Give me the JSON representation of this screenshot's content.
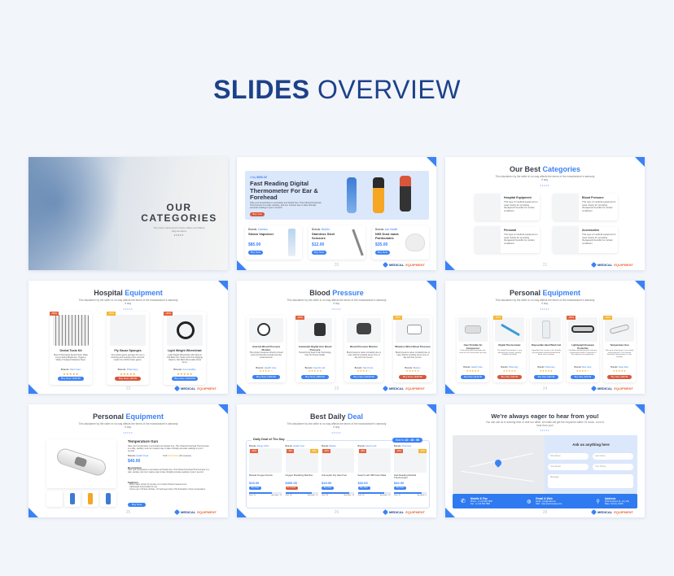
{
  "header": {
    "title_bold": "SLIDES",
    "title_light": "OVERVIEW"
  },
  "colors": {
    "accent": "#3b82f6",
    "navy": "#1d4189",
    "sale": "#e4633d",
    "background": "#f2f5fa"
  },
  "logo": {
    "text_a": "MEDICAL",
    "text_b": "EQUIPMENT"
  },
  "slides": [
    {
      "id": "cover",
      "title_line1": "OUR",
      "title_line2": "CATEGORIES",
      "subtitle": "The topics discussed in these slides are Market Segmentation",
      "dots": "•••••"
    },
    {
      "id": "hero",
      "number": "20",
      "only_label": "Only",
      "price": "$950.00",
      "headline": "Fast Reading Digital Thermometer For Ear & Forehead",
      "body": "Take your temperature is accurately and hassle free. This Infrared Forehead Thermometer is a safe, sanitary, and non invasive way to take clinically accurate readings in just 1 second.",
      "cta": "Buy now",
      "products": [
        {
          "brand_label": "Brands:",
          "brand": "Caresso",
          "name": "Steam Vaporizer",
          "price": "$85.00",
          "old_price": "$99.00",
          "button": "Buy Now"
        },
        {
          "brand_label": "Brands:",
          "brand": "BioZen",
          "name": "Stainless Steel Scissors",
          "price": "$12.00",
          "old_price": "$15.00",
          "button": "Buy Now"
        },
        {
          "brand_label": "Brands:",
          "brand": "Ace Health",
          "name": "N95 Dust mask Particulates",
          "price": "$35.00",
          "old_price": "$45.00",
          "button": "Buy Now"
        }
      ]
    },
    {
      "id": "best-categories",
      "number": "21",
      "title_a": "Our Best",
      "title_b": "Categories",
      "subtitle": "This disclaimer by the seller in no way affects the terms of the manufacturer's warranty if any.",
      "dots": "•••••",
      "categories": [
        {
          "name": "Hospital Equipment",
          "desc": "This type of medical equipment is used mainly for providing therapeutic benefits for certain conditions."
        },
        {
          "name": "Blood Pressure",
          "desc": "This type of medical equipment is used mainly for providing therapeutic benefits for certain conditions."
        },
        {
          "name": "Personal",
          "desc": "This type of medical equipment is used mainly for providing therapeutic benefits for certain conditions."
        },
        {
          "name": "Accessories",
          "desc": "This type of medical equipment is used mainly for providing therapeutic benefits for certain conditions."
        }
      ]
    },
    {
      "id": "hospital-equipment",
      "number": "22",
      "title_a": "Hospital",
      "title_b": "Equipment",
      "subtitle": "This disclaimer by the seller in no way affects the terms of the manufacturer's warranty if any.",
      "dots": "•••••",
      "products": [
        {
          "badge": "-50%",
          "badge_color": "red",
          "name": "Dental Tools Kit",
          "desc": "More Professional Dental Tools, Make Long Lasting Brightness, Hygiene, Made of Surgical Stainless Steel.",
          "brand": "Med Care",
          "stars": "★★★★★",
          "button": "Buy Now | $49.99",
          "button_color": "blue"
        },
        {
          "badge": "-30%",
          "badge_color": "yellow",
          "name": "Ply Gauze Sponges",
          "desc": "Non-sterile gauze sponges for use in dressing and cleaning minor wounds, made from 100% cotton gauze.",
          "brand": "Pharmacy",
          "stars": "★★★★★",
          "button": "Buy Now | $9.99",
          "button_color": "red"
        },
        {
          "badge": "-30%",
          "badge_color": "red",
          "name": "Light Weight Wheelchair",
          "desc": "Light Weight Wheelchair with Various Flip Back Arm Styles and Front Rigging Options, Flip Back Removable Desk Arms.",
          "brand": "Ace Healthy",
          "stars": "★★★★★",
          "button": "Buy Now | $129.99",
          "button_color": "blue"
        }
      ]
    },
    {
      "id": "blood-pressure",
      "number": "23",
      "title_a": "Blood",
      "title_b": "Pressure",
      "subtitle": "This disclaimer by the seller in no way affects the terms of the manufacturer's warranty if any.",
      "dots": "•••••",
      "products": [
        {
          "badge": "",
          "badge_color": "",
          "name": "Aneroid Blood Pressure Monitor",
          "desc": "This product measures directly at heart level and therefore provides precise measurements.",
          "brand": "Health Care",
          "stars": "★★★★☆",
          "button": "Buy Now | $49.99",
          "button_color": "blue"
        },
        {
          "badge": "-20%",
          "badge_color": "red",
          "name": "Automatic Digital Arm Blood Pressure",
          "desc": "Transforming Search Lab Technology, Care for Human Health.",
          "brand": "Search Lab",
          "stars": "★★★★★",
          "button": "Buy Now | $89.99",
          "button_color": "blue"
        },
        {
          "badge": "",
          "badge_color": "",
          "name": "Blood Pressure Monitor",
          "desc": "Blood pressure varies constantly due to many factors including stress, time of day and how you are.",
          "brand": "Med Care",
          "stars": "★★★★☆",
          "button": "Buy Now | $129.99",
          "button_color": "blue"
        },
        {
          "badge": "-50%",
          "badge_color": "yellow",
          "name": "Wireless Wrist Blood Pressure",
          "desc": "Blood pressure varies constantly due to many factors including stress, time of day and how you are.",
          "brand": "BioZen",
          "stars": "★★★★★",
          "button": "Buy Now | $49.99",
          "button_color": "red"
        }
      ]
    },
    {
      "id": "personal-equipment",
      "number": "24",
      "title_a": "Personal",
      "title_b": "Equipment",
      "subtitle": "This disclaimer by the seller in no way affects the terms of the manufacturer's warranty if any.",
      "dots": "•••••",
      "products": [
        {
          "badge": "",
          "badge_color": "",
          "name": "Care Portable Air Compressor",
          "desc": "Particularly ideal for people who need to use several times per day.",
          "brand": "Health Care",
          "stars": "★★★★★",
          "button": "Buy Now | $119.99",
          "button_color": "blue"
        },
        {
          "badge": "-30%",
          "badge_color": "yellow",
          "name": "Digital Thermometer",
          "desc": "The digital thermometer is very designed for all ages, quickly, reliably and safely.",
          "brand": "Pharmacy",
          "stars": "★★★★★",
          "button": "Buy Now | $19.99",
          "button_color": "red"
        },
        {
          "badge": "",
          "badge_color": "",
          "name": "Disposable Hand Wash Gel",
          "desc": "Ingredient that creates a skin friendly pH and makes formula balanced for better skin coverage.",
          "brand": "Pharmacy",
          "stars": "★★★★★",
          "button": "Buy Now | $34.99",
          "button_color": "blue"
        },
        {
          "badge": "-25%",
          "badge_color": "red",
          "name": "Lightweight Eyewear Protective",
          "desc": "Ventilation design prevents intrusion of particulate matter. Protection of the exposure to nanoparticle.",
          "brand": "Med Care",
          "stars": "★★★★☆",
          "button": "Buy Now | $79.99",
          "button_color": "blue"
        },
        {
          "badge": "-40%",
          "badge_color": "yellow",
          "name": "Temperature Gun",
          "desc": "Take your temperature is accurately and hassle free. The Infrared Forehead Thermometer is safe, sanitary.",
          "brand": "Page Med",
          "stars": "★★★★★",
          "button": "Buy Now | $49.99",
          "button_color": "red"
        }
      ]
    },
    {
      "id": "personal-equipment-detail",
      "number": "25",
      "title_a": "Personal",
      "title_b": "Equipment",
      "subtitle": "This disclaimer by the seller in no way affects the terms of the manufacturer's warranty if any.",
      "dots": "•••••",
      "product_name": "Temperature Gun",
      "intro": "Take your temperature is accurately and hassle free. This Infrared Forehead Thermometer is a safe, sanitary, and non invasive way to take clinically accurate readings in just 1 second.",
      "brand_label": "Brands:",
      "brand": "Health Care",
      "rating": "5.00",
      "stars": "★★★★★",
      "reviews": "(15 reviews)",
      "price": "$40.00",
      "old_price": "$50.00",
      "description_label": "Description:",
      "description": "Take your temperature is accurately and hassle free. This Infrared Forehead Thermometer is a safe, sanitary, and non invasive way to take clinically accurate readings in just 1 second.",
      "features_label": "Features:",
      "features": [
        "Built-in laser pointer for precise non contact infrared measurement.",
        "Lightweight and portable for use.",
        "Comes up to 32 Sets of Data – To help keep track of the fluctuation of fever temperature."
      ],
      "button": "Buy Now"
    },
    {
      "id": "best-daily-deal",
      "number": "26",
      "title_a": "Best Daily",
      "title_b": "Deal",
      "subtitle": "This disclaimer by the seller in no way affects the terms of the manufacturer's warranty if any.",
      "dots": "•••••",
      "section_label": "Daily Deal of The Day",
      "timer_label": "End in:",
      "timer": "22 : 36 : 55",
      "products": [
        {
          "brand": "Allergy Clinic",
          "badge": "-25%",
          "badge2": "",
          "name": "Manual Oxygen Device",
          "price": "$15.00",
          "old_price": "$20.00",
          "button": "Buy Now",
          "button_color": "blue",
          "sold": "Sold: 35",
          "available": "Available: 15",
          "progress": 70
        },
        {
          "brand": "Health Care",
          "badge": "-30%",
          "badge2": "-40%",
          "name": "Oxygen Breathing Machine",
          "price": "$300.00",
          "old_price": "$350.00",
          "button": "In a stock",
          "button_color": "red",
          "sold": "Sold: 98",
          "available": "Available: 24",
          "progress": 80
        },
        {
          "brand": "BioZen",
          "badge": "-25%",
          "badge2": "",
          "name": "Anti-septic Dry Hand Gel",
          "price": "$19.00",
          "old_price": "$25.00",
          "button": "Buy Now",
          "button_color": "blue",
          "sold": "Sold: 98",
          "available": "Available: 18",
          "progress": 85
        },
        {
          "brand": "Search Lab",
          "badge": "-35%",
          "badge2": "",
          "name": "Search Lab N95 Face Mask",
          "price": "$32.00",
          "old_price": "$38.00",
          "button": "Buy Now",
          "button_color": "blue",
          "sold": "Sold: 80",
          "available": "Available: 18",
          "progress": 82
        },
        {
          "brand": "Pharmacy",
          "badge": "-20%",
          "badge2": "-10%",
          "name": "Fast Reading Medical Thermometer",
          "price": "$32.00",
          "old_price": "$40.00",
          "button": "Buy Now",
          "button_color": "blue",
          "sold": "Sold: 40",
          "available": "Available: 8",
          "progress": 84
        }
      ]
    },
    {
      "id": "contact",
      "number": "28",
      "title": "We're always eager to hear from you!",
      "subtitle": "You can call us in working time or visit our office. All mails will get the response within 24 hours. Love to hear from you!",
      "dots": "•••••",
      "form_title": "Ask us anything here",
      "fields": {
        "first_name": "First Name",
        "last_name": "Last Name",
        "email": "Your Email",
        "phone": "Your Phone",
        "message": "Message"
      },
      "info": [
        {
          "icon": "phone-icon",
          "title": "Mobile & Fax",
          "line1": "Phone : +1 123 456 7890",
          "line2": "Fax : +1 123 456 7890"
        },
        {
          "icon": "globe-icon",
          "title": "Email & Web",
          "line1": "Email : your@mail.com",
          "line2": "Web : www.yourcompany.com"
        },
        {
          "icon": "location-icon",
          "title": "Address",
          "line1": "1234 Anywhere St., Any City",
          "line2": "State, Country 12345"
        }
      ]
    }
  ]
}
